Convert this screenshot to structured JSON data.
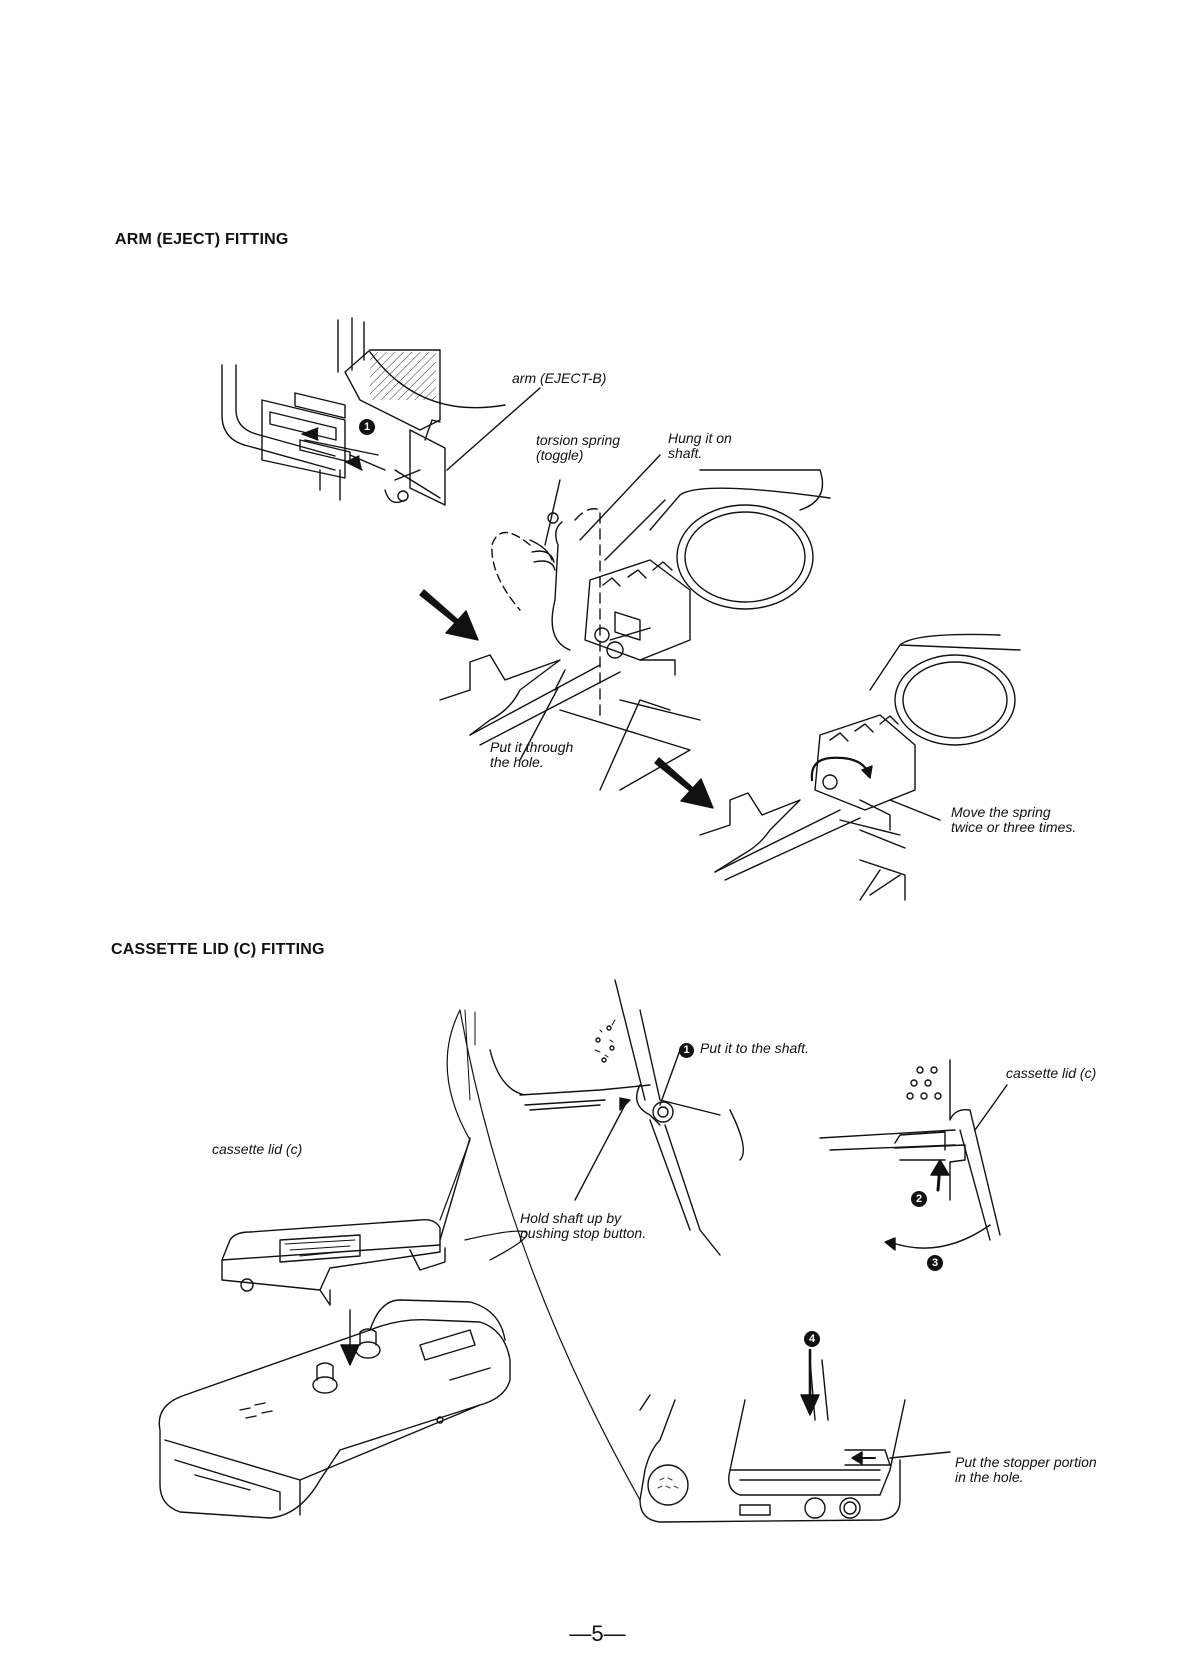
{
  "sections": {
    "arm_eject": {
      "title": "ARM (EJECT) FITTING",
      "step_markers": [
        "1"
      ],
      "labels": {
        "arm": "arm (EJECT-B)",
        "spring": "torsion spring\n(toggle)",
        "hung": "Hung it on\nshaft.",
        "through": "Put it through\nthe hole.",
        "move": "Move the spring\ntwice or three times."
      }
    },
    "cassette_lid": {
      "title": "CASSETTE  LID (C) FITTING",
      "step_markers": [
        "1",
        "2",
        "3",
        "4"
      ],
      "labels": {
        "lid_left": "cassette lid (c)",
        "lid_right": "cassette lid (c)",
        "shaft": "Put it to the shaft.",
        "hold": "Hold shaft up by\npushing stop button.",
        "stopper": "Put the stopper portion\nin the hole."
      }
    }
  },
  "page_number": "—5—"
}
